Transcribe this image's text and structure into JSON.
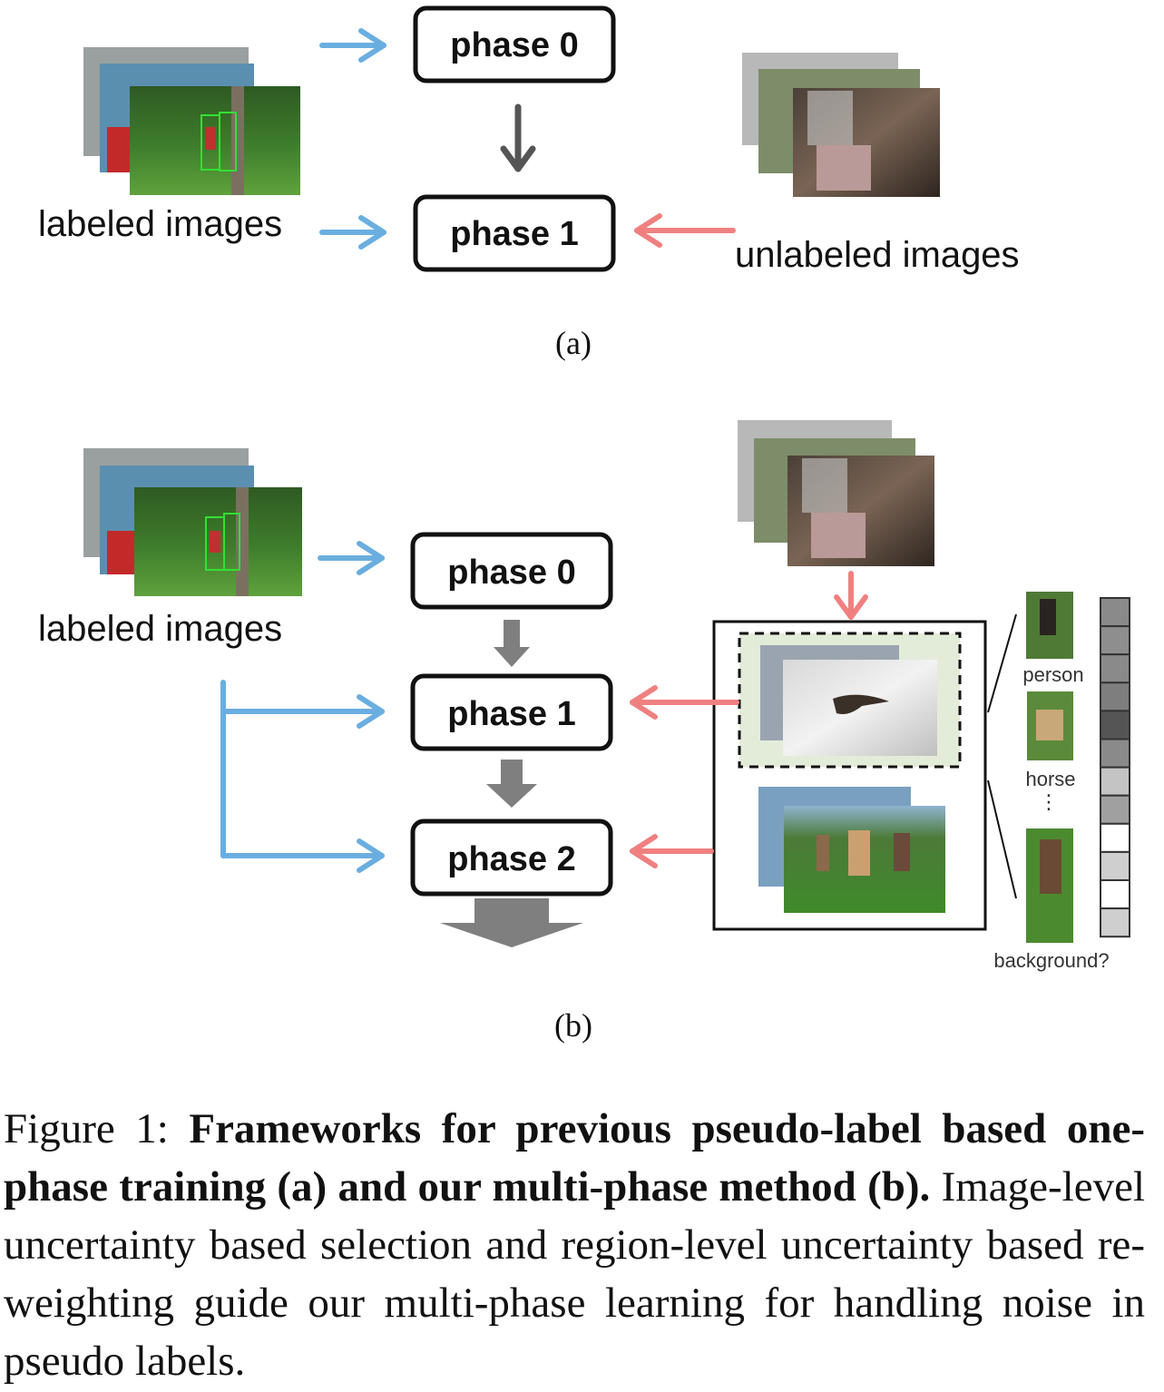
{
  "panel_a": {
    "label": "(a)",
    "labeled_text": "labeled images",
    "unlabeled_text": "unlabeled images",
    "phases": [
      "phase 0",
      "phase 1"
    ]
  },
  "panel_b": {
    "label": "(b)",
    "labeled_text": "labeled images",
    "phases": [
      "phase 0",
      "phase 1",
      "phase 2"
    ],
    "region_labels": [
      "person",
      "horse",
      "⋮",
      "background?"
    ],
    "uncertainty_cells": [
      "#8a8a8a",
      "#8e8e8e",
      "#8a8a8a",
      "#7e7e7e",
      "#555555",
      "#8a8a8a",
      "#c4c4c4",
      "#a0a0a0",
      "#ffffff",
      "#cfcfcf",
      "#ffffff",
      "#cfcfcf"
    ]
  },
  "caption": {
    "prefix": "Figure 1:",
    "bold": "Frameworks for previous pseudo-label based one-phase training (a) and our multi-phase method (b).",
    "body": "Image-level uncertainty based selection and region-level uncertainty based re-weighting guide our multi-phase learning for handling noise in pseudo labels."
  },
  "colors": {
    "labeled_arrow": "#6aaee0",
    "unlabeled_arrow": "#f08080",
    "phase_arrow": "#7f7f7f"
  }
}
